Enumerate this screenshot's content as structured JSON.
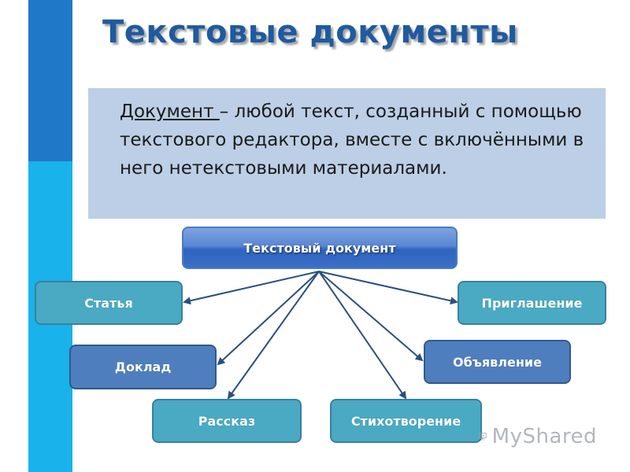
{
  "title": "Текстовые документы",
  "definition": {
    "term": "Документ ",
    "text": "– любой текст, созданный с помощью текстового редактора, вместе с включёнными в него нетекстовыми материалами."
  },
  "diagram": {
    "central": "Текстовый документ",
    "nodes": {
      "statya": "Статья",
      "priglashenie": "Приглашение",
      "doklad": "Доклад",
      "obyavlenie": "Объявление",
      "rasskaz": "Рассказ",
      "stikhotvorenie": "Стихотворение"
    },
    "colors": {
      "node_teal": "#4aaac3",
      "node_blue": "#4f7ebe",
      "arrow": "#2c4f7c"
    }
  },
  "watermark": {
    "logo_text": "MyShared",
    "logo_icon": "presentation-board-icon"
  },
  "colors": {
    "sidebar_top": "#1f78c8",
    "sidebar_bottom": "#19b2ea",
    "title": "#1f5aa0",
    "definition_bg": "#bccfe6"
  }
}
